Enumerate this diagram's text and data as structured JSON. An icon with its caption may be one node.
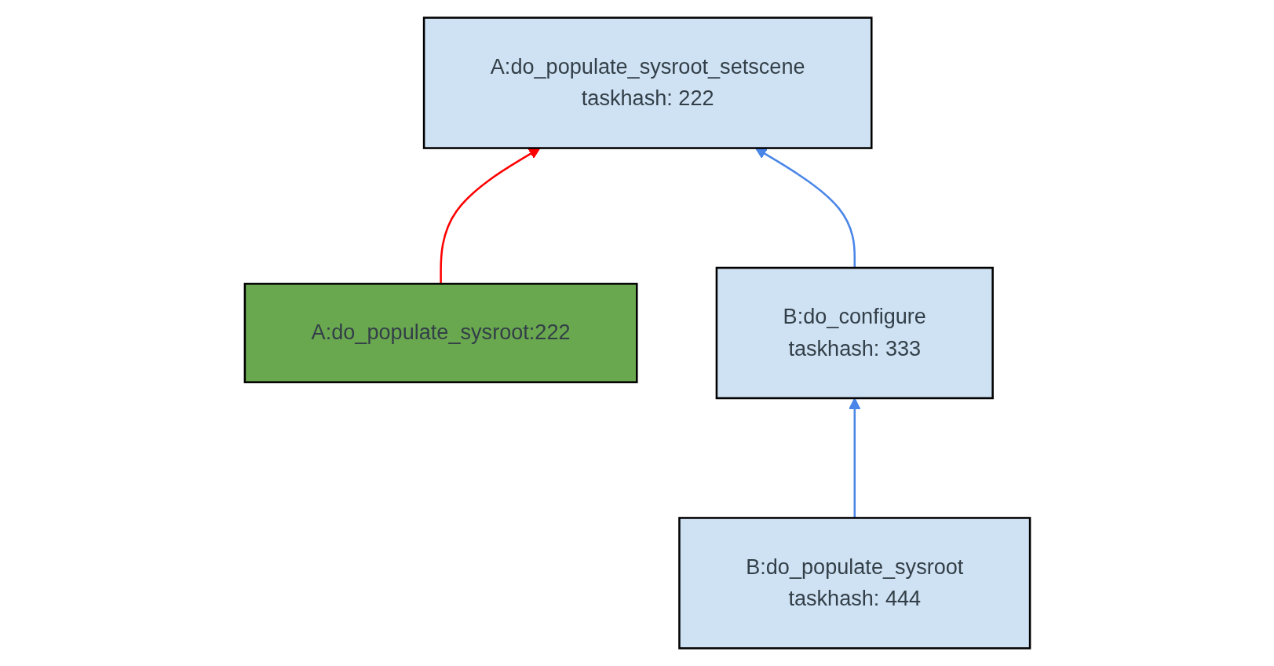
{
  "diagram": {
    "nodes": [
      {
        "text": [
          "A:do_populate_sysroot_setscene",
          "taskhash: 222"
        ]
      },
      {
        "text": [
          "A:do_populate_sysroot:222"
        ]
      },
      {
        "text": [
          "B:do_configure",
          "taskhash: 333"
        ]
      },
      {
        "text": [
          "B:do_populate_sysroot",
          "taskhash: 444"
        ]
      }
    ],
    "edges": [
      {
        "from": 1,
        "to": 0,
        "arrow": "to",
        "color": "#ff0000"
      },
      {
        "from": 2,
        "to": 0,
        "arrow": "to"
      },
      {
        "from": 3,
        "to": 2,
        "arrow": "to"
      }
    ]
  }
}
